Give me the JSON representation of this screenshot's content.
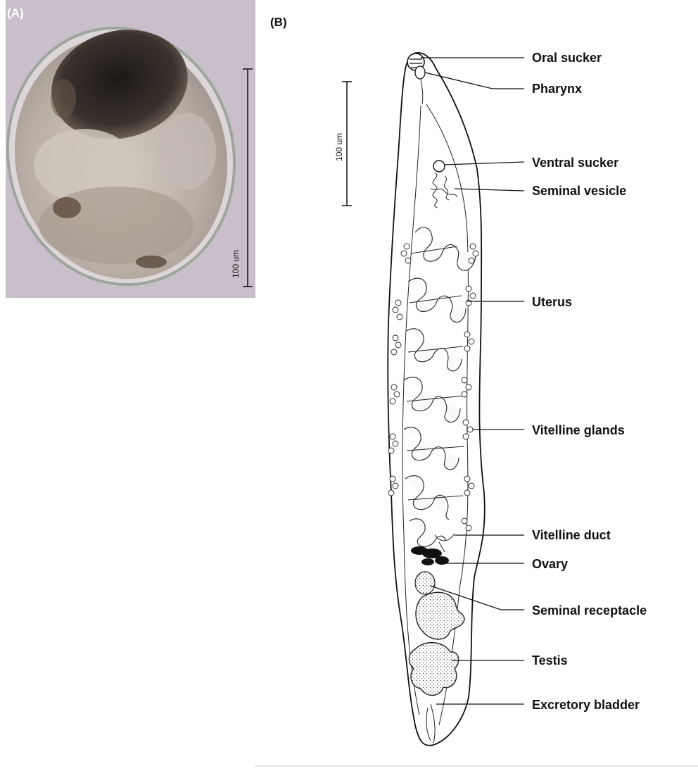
{
  "panels": {
    "a": {
      "label": "(A)",
      "scale_label": "100 um"
    },
    "b": {
      "label": "(B)",
      "scale_label": "100 um"
    }
  },
  "callouts": [
    {
      "key": "oral-sucker",
      "text": "Oral sucker"
    },
    {
      "key": "pharynx",
      "text": "Pharynx"
    },
    {
      "key": "ventral-sucker",
      "text": "Ventral sucker"
    },
    {
      "key": "seminal-vesicle",
      "text": "Seminal vesicle"
    },
    {
      "key": "uterus",
      "text": "Uterus"
    },
    {
      "key": "vitelline-glands",
      "text": "Vitelline glands"
    },
    {
      "key": "vitelline-duct",
      "text": "Vitelline duct"
    },
    {
      "key": "ovary",
      "text": "Ovary"
    },
    {
      "key": "seminal-receptacle",
      "text": "Seminal receptacle"
    },
    {
      "key": "testis",
      "text": "Testis"
    },
    {
      "key": "excretory-bladder",
      "text": "Excretory bladder"
    }
  ],
  "colors": {
    "micrograph_background": "#c9bfca",
    "egg_shell": "#a7b0a8",
    "embryo_dark": "#2b2420",
    "ink": "#111111"
  }
}
